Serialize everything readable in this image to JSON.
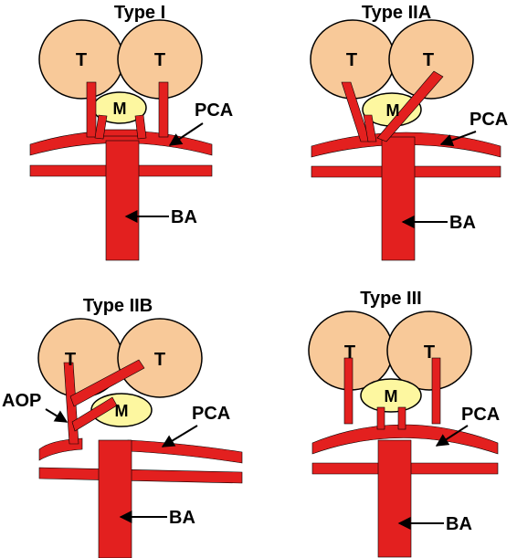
{
  "colors": {
    "thalamus": "#f8c999",
    "midbrain": "#fdf7a0",
    "artery": "#e3201f"
  },
  "panels": [
    {
      "title": "Type I",
      "labels": {
        "thalamus_left": "T",
        "thalamus_right": "T",
        "midbrain": "M",
        "pca": "PCA",
        "ba": "BA"
      }
    },
    {
      "title": "Type IIA",
      "labels": {
        "thalamus_left": "T",
        "thalamus_right": "T",
        "midbrain": "M",
        "pca": "PCA",
        "ba": "BA"
      }
    },
    {
      "title": "Type IIB",
      "labels": {
        "thalamus_left": "T",
        "thalamus_right": "T",
        "midbrain": "M",
        "pca": "PCA",
        "ba": "BA",
        "aop": "AOP"
      }
    },
    {
      "title": "Type III",
      "labels": {
        "thalamus_left": "T",
        "thalamus_right": "T",
        "midbrain": "M",
        "pca": "PCA",
        "ba": "BA"
      }
    }
  ]
}
